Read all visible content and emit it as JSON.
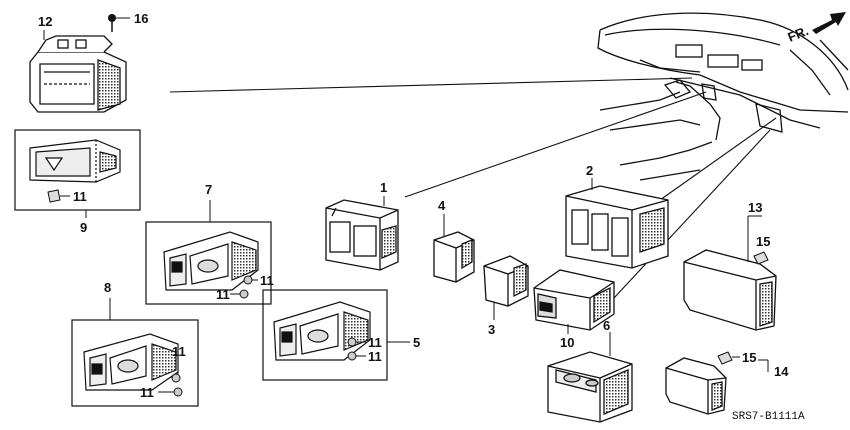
{
  "diagram": {
    "direction_label": "FR.",
    "diagram_code": "SRS7-B1111A",
    "callouts": {
      "c1": "1",
      "c2": "2",
      "c3": "3",
      "c4": "4",
      "c5": "5",
      "c6": "6",
      "c7": "7",
      "c8": "8",
      "c9": "9",
      "c10": "10",
      "c12": "12",
      "c13": "13",
      "c14": "14",
      "c15a": "15",
      "c15b": "15",
      "c16": "16",
      "c11_a": "11",
      "c11_b": "11",
      "c11_c": "11",
      "c11_d": "11",
      "c11_e": "11",
      "c11_f": "11",
      "c11_g": "11"
    },
    "icons": {
      "part_icon": "switch-icon",
      "direction_icon": "arrow-right-icon",
      "fastener_icon": "clip-icon"
    }
  }
}
